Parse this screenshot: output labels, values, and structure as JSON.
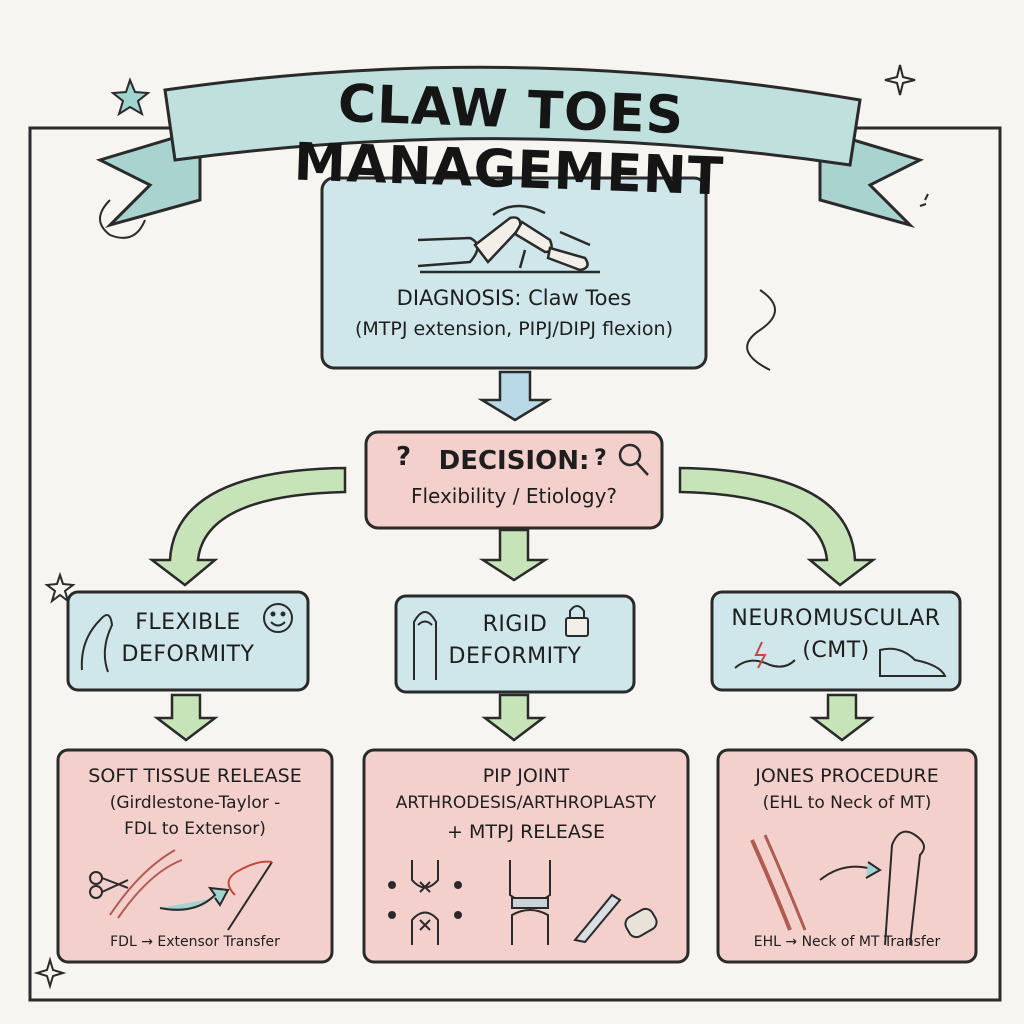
{
  "title": "CLAW TOES MANAGEMENT",
  "diagnosis": {
    "line1": "DIAGNOSIS: Claw Toes",
    "line2": "(MTPJ extension, PIPJ/DIPJ flexion)"
  },
  "decision": {
    "line1": "DECISION:",
    "line2": "Flexibility / Etiology?"
  },
  "categories": [
    {
      "line1": "FLEXIBLE",
      "line2": "DEFORMITY"
    },
    {
      "line1": "RIGID",
      "line2": "DEFORMITY"
    },
    {
      "line1": "NEUROMUSCULAR",
      "line2": "(CMT)"
    }
  ],
  "procedures": [
    {
      "line1": "SOFT TISSUE RELEASE",
      "line2": "(Girdlestone-Taylor -",
      "line3": "FDL to Extensor)",
      "caption": "FDL → Extensor Transfer"
    },
    {
      "line1": "PIP JOINT",
      "line2": "ARTHRODESIS/ARTHROPLASTY",
      "line3": "+ MTPJ RELEASE",
      "caption": ""
    },
    {
      "line1": "JONES PROCEDURE",
      "line2": "(EHL to Neck of MT)",
      "line3": "",
      "caption": "EHL → Neck of MT Transfer"
    }
  ],
  "colors": {
    "blue_box": "#cfe6ea",
    "pink_box": "#f4d0cc",
    "banner": "#bfe0dc",
    "arrow_green": "#c7e3b8",
    "arrow_blue": "#b9d9e6"
  }
}
